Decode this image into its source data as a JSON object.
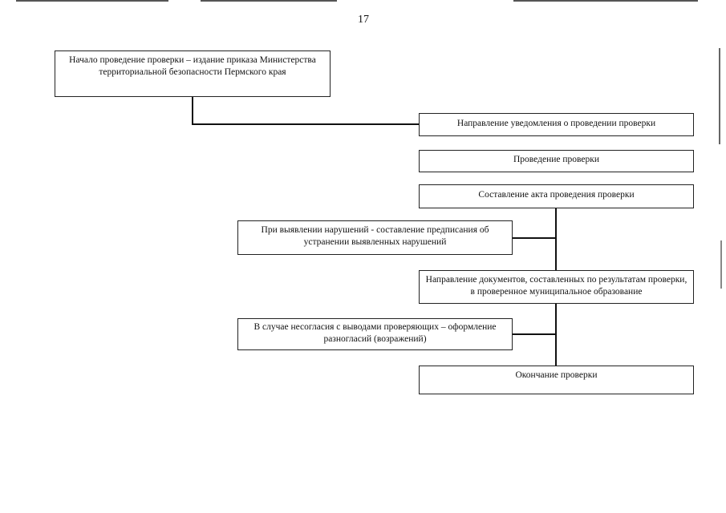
{
  "page_number": "17",
  "flowchart": {
    "start": "Начало проведение проверки – издание приказа Министерства территориальной безопасности Пермского края",
    "steps": [
      "Направление уведомления о проведении проверки",
      "Проведение проверки",
      "Составление акта проведения проверки",
      "Направление документов, составленных по результатам проверки, в проверенное муниципальное образование",
      "Окончание проверки"
    ],
    "side_branches": [
      "При выявлении нарушений  - составление предписания об устранении выявленных нарушений",
      "В случае несогласия с выводами проверяющих – оформление разногласий (возражений)"
    ]
  }
}
